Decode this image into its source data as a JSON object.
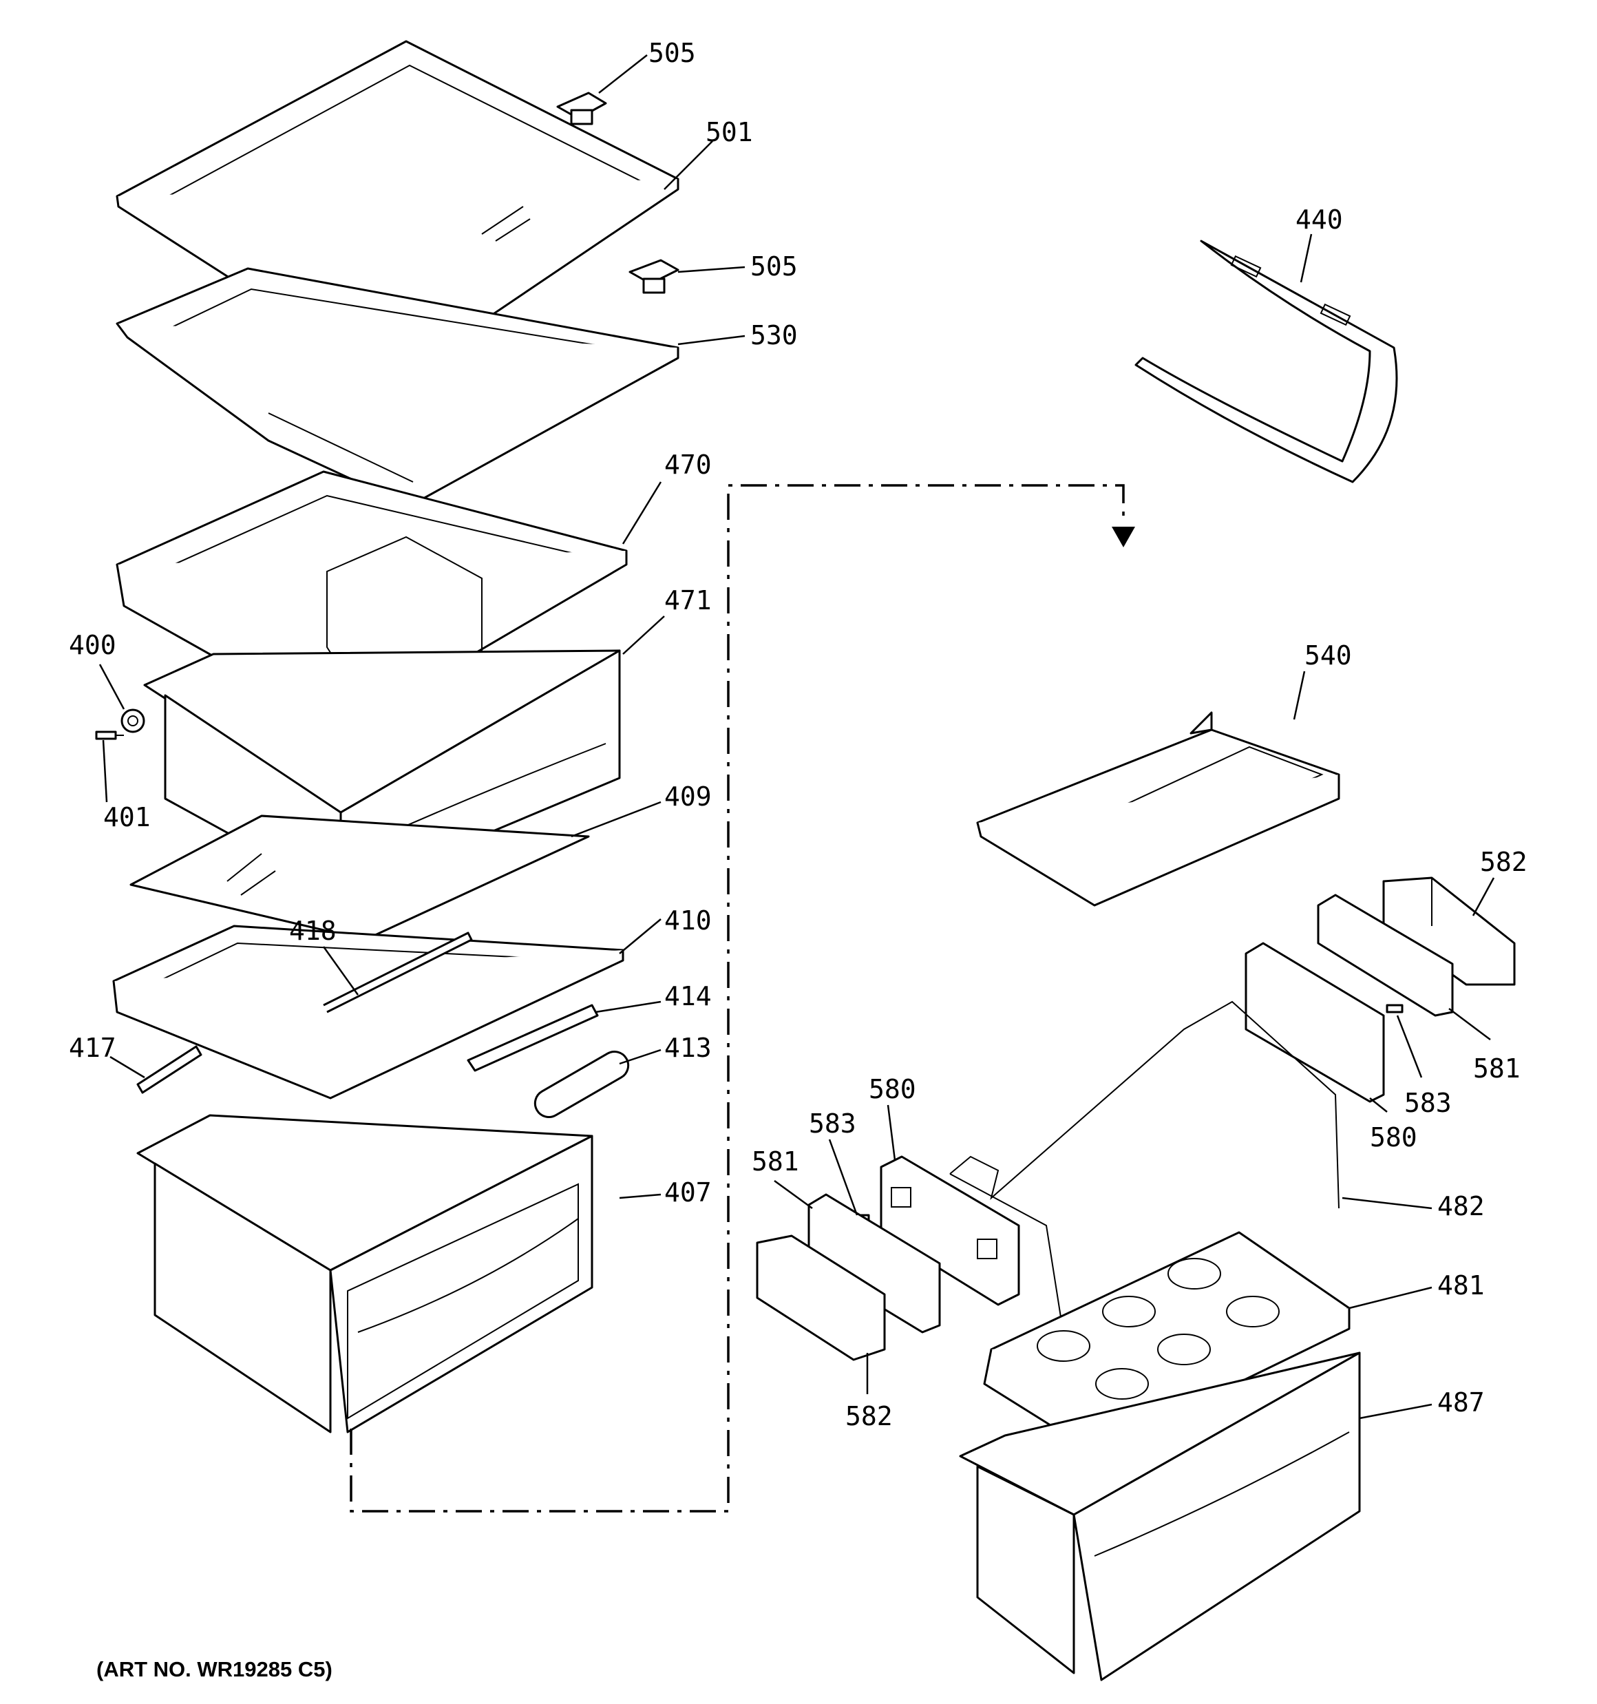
{
  "diagram": {
    "art_number": "(ART NO. WR19285 C5)",
    "callouts": [
      {
        "id": "505a",
        "text": "505"
      },
      {
        "id": "501",
        "text": "501"
      },
      {
        "id": "440",
        "text": "440"
      },
      {
        "id": "505b",
        "text": "505"
      },
      {
        "id": "530",
        "text": "530"
      },
      {
        "id": "470",
        "text": "470"
      },
      {
        "id": "471",
        "text": "471"
      },
      {
        "id": "400",
        "text": "400"
      },
      {
        "id": "401",
        "text": "401"
      },
      {
        "id": "409",
        "text": "409"
      },
      {
        "id": "540",
        "text": "540"
      },
      {
        "id": "582a",
        "text": "582"
      },
      {
        "id": "418",
        "text": "418"
      },
      {
        "id": "410",
        "text": "410"
      },
      {
        "id": "414",
        "text": "414"
      },
      {
        "id": "417",
        "text": "417"
      },
      {
        "id": "413",
        "text": "413"
      },
      {
        "id": "581a",
        "text": "581"
      },
      {
        "id": "583a",
        "text": "583"
      },
      {
        "id": "580a",
        "text": "580"
      },
      {
        "id": "580b",
        "text": "580"
      },
      {
        "id": "583b",
        "text": "583"
      },
      {
        "id": "581b",
        "text": "581"
      },
      {
        "id": "407",
        "text": "407"
      },
      {
        "id": "482",
        "text": "482"
      },
      {
        "id": "481",
        "text": "481"
      },
      {
        "id": "487",
        "text": "487"
      },
      {
        "id": "582b",
        "text": "582"
      }
    ]
  }
}
